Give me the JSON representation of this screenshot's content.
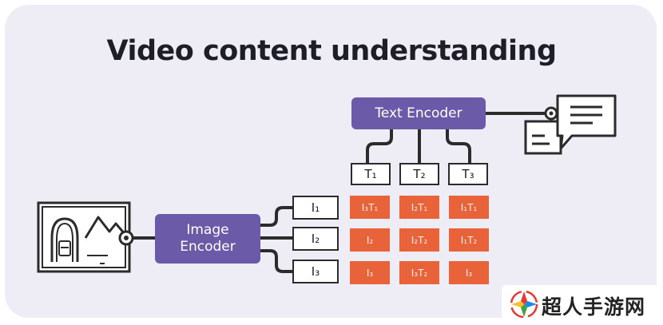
{
  "title": "Video content understanding",
  "text_encoder": {
    "label": "Text Encoder"
  },
  "image_encoder": {
    "label": "Image\nEncoder"
  },
  "text_tokens": [
    "T₁",
    "T₂",
    "T₃"
  ],
  "image_tokens": [
    "I₁",
    "I₂",
    "I₃"
  ],
  "matrix": [
    [
      "I₃T₁",
      "I₂T₁",
      "I₁T₁"
    ],
    [
      "I₂",
      "I₂T₂",
      "I₁T₂"
    ],
    [
      "I₃",
      "I₃T₂",
      "I₃"
    ]
  ],
  "colors": {
    "encoder": "#6a5aa8",
    "cell": "#e8633a",
    "background": "#eeedf5"
  },
  "icons": [
    "video-frame-icon",
    "chat-bubble-icon"
  ],
  "watermark": {
    "text": "超人手游网",
    "icon": "logo-icon"
  }
}
